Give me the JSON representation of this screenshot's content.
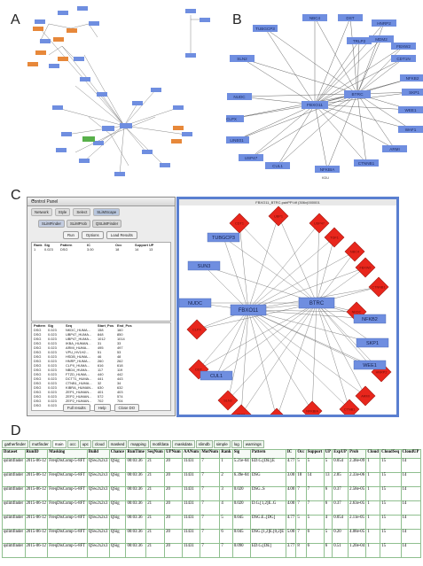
{
  "panels": {
    "a": {
      "letter": "A"
    },
    "b": {
      "letter": "B"
    },
    "c": {
      "letter": "C"
    },
    "d": {
      "letter": "D"
    }
  },
  "panel_b": {
    "center_nodes": [
      "FBXO11",
      "BTRC"
    ],
    "nodes": [
      "NBC4",
      "DST",
      "HNRP2",
      "TUBGCP3",
      "MDM2",
      "SLN2",
      "CDT1N",
      "NUDC",
      "CLPX",
      "LINE01",
      "USP47",
      "CUL1",
      "NFKBIA",
      "CTNNB1",
      "ARMI",
      "WAF1",
      "WEE1",
      "SKP1",
      "NFKB2",
      "FBXW2",
      "TRLP2"
    ],
    "small_label": "KDU"
  },
  "panel_c": {
    "control_panel": {
      "title": "Control Panel",
      "tabs": [
        "Network",
        "Style",
        "Select",
        "SLiMScape"
      ],
      "selected_tab": "SLiMScape",
      "subtabs": [
        "SLiMFinder",
        "SLiMProb",
        "QSLiMFinder"
      ],
      "selected_subtab": "SLiMFinder",
      "buttons": [
        "Run",
        "Options",
        "Load Results"
      ],
      "table1": {
        "headers": [
          "Rank",
          "Sig",
          "Pattern",
          "IC",
          "Occ",
          "Support",
          "UP"
        ],
        "rows": [
          [
            "1",
            "0.023",
            "DSG",
            "3.00",
            "18",
            "14",
            "13"
          ]
        ]
      },
      "table2": {
        "headers": [
          "Pattern",
          "Sig",
          "Seq",
          "Start_Pos",
          "End_Pos"
        ],
        "rows": [
          [
            "DSG",
            "0.023",
            "NKDC_HUMA...",
            "158",
            "160"
          ],
          [
            "DSG",
            "0.023",
            "UBP47_HUMA...",
            "848",
            "850"
          ],
          [
            "DSG",
            "0.023",
            "UBP47_HUMA...",
            "1012",
            "1014"
          ],
          [
            "DSG",
            "0.023",
            "IKBA_HUMAN...",
            "31",
            "33"
          ],
          [
            "DSG",
            "0.023",
            "ARMI_HUMA...",
            "495",
            "497"
          ],
          [
            "DSG",
            "0.023",
            "VPU_HV1H2...",
            "51",
            "53"
          ],
          [
            "DSG",
            "0.023",
            "HSDB_HUMA...",
            "46",
            "48"
          ],
          [
            "DSG",
            "0.023",
            "HNRP_HUMA...",
            "260",
            "262"
          ],
          [
            "DSG",
            "0.023",
            "CLPX_HUMA...",
            "616",
            "618"
          ],
          [
            "DSG",
            "0.023",
            "NBD4_HUMA...",
            "117",
            "119"
          ],
          [
            "DSG",
            "0.023",
            "FTZD_HUMA...",
            "440",
            "442"
          ],
          [
            "DSG",
            "0.023",
            "DCTT1_HUMA...",
            "441",
            "443"
          ],
          [
            "DSG",
            "0.023",
            "CTNB1_HUMA...",
            "32",
            "34"
          ],
          [
            "DSG",
            "0.023",
            "KIBRA_HUMAN...",
            "630",
            "632"
          ],
          [
            "DSG",
            "0.023",
            "ZEP1_HUMAN...",
            "401",
            "403"
          ],
          [
            "DSG",
            "0.023",
            "ZEP2_HUMAN...",
            "572",
            "574"
          ],
          [
            "DSG",
            "0.023",
            "ZEP2_HUMAN...",
            "702",
            "704"
          ],
          [
            "DSG",
            "0.023",
            "ZEP3_HUMAN...",
            "397",
            "399"
          ]
        ]
      },
      "bottom_buttons": [
        "Full results",
        "Help",
        "Close DO"
      ]
    },
    "network_window_title": "FBXO11_BTRC.pairPPI.tif (306x)000001",
    "network": {
      "center_nodes": [
        "FBXO11",
        "BTRC"
      ],
      "blue_nodes": [
        "TUBGCP3",
        "SUN3",
        "NUDC",
        "NFKB2",
        "SKP1",
        "WEE1",
        "CUL1"
      ],
      "red_nodes": [
        "CDT1",
        "UBP1",
        "USP47",
        "TGF1",
        "FBXW2",
        "NBC4",
        "CTNNB1",
        "CLPX",
        "DST",
        "HNRP2",
        "ARMI",
        "CTNB1",
        "NFKBIA",
        "WAF1",
        "TAP1",
        "SLN2",
        "NKDC"
      ]
    }
  },
  "panel_d": {
    "tabs": [
      "gatherfinder",
      "mutfinder",
      "main",
      "occ",
      "upc",
      "cloud",
      "masked",
      "mapping",
      "motifdata",
      "maskdata",
      "slimdb",
      "simple",
      "log",
      "warnings"
    ],
    "selected_tab": "main",
    "headers": [
      "Dataset",
      "RunID",
      "Masking",
      "Build",
      "Chance",
      "RunTime",
      "SeqNum",
      "UPNum",
      "AANum",
      "MotNum",
      "Rank",
      "Sig",
      "Pattern",
      "IC",
      "Occ",
      "Support",
      "UP",
      "ExpUP",
      "Prob",
      "Cloud",
      "CloudSeq",
      "CloudUP"
    ],
    "rows": [
      [
        "qslimfinder",
        "2015-06-12",
        "FreqDisComp-5-8FT",
        "QSw2x2x3",
        "QSig",
        "00:03:36",
        "21",
        "20",
        "11431",
        "7",
        "1",
        "5.21e-04",
        "ED.G.[DE].E",
        "4.77",
        "5",
        "5",
        "5",
        "0.054",
        "2.38e-09",
        "1",
        "15",
        "14"
      ],
      [
        "qslimfinder",
        "2015-06-12",
        "FreqDisComp-5-8FT",
        "QSw2x2x3",
        "QSig",
        "00:03:36",
        "21",
        "20",
        "11431",
        "7",
        "2",
        "6.39e-04",
        "DSG",
        "3.00",
        "18",
        "14",
        "13",
        "2.85",
        "2.33e-06",
        "1",
        "15",
        "14"
      ],
      [
        "qslimfinder",
        "2015-06-12",
        "FreqDisComp-5-8FT",
        "QSw2x2x3",
        "QSig",
        "00:03:36",
        "21",
        "20",
        "11431",
        "7",
        "3",
        "0.020",
        "DSG..S",
        "4.00",
        "7",
        "7",
        "6",
        "0.37",
        "2.58e-05",
        "1",
        "15",
        "14"
      ],
      [
        "qslimfinder",
        "2015-06-12",
        "FreqDisComp-5-8FT",
        "QSw2x2x3",
        "QSig",
        "00:03:36",
        "21",
        "20",
        "11431",
        "7",
        "4",
        "0.020",
        "D.G.[1,2]E..G",
        "4.00",
        "7",
        "7",
        "6",
        "0.37",
        "2.63e-05",
        "1",
        "15",
        "14"
      ],
      [
        "qslimfinder",
        "2015-06-12",
        "FreqDisComp-5-8FT",
        "QSw2x2x3",
        "QSig",
        "00:03:36",
        "21",
        "20",
        "11431",
        "7",
        "5",
        "0.045",
        "DSG.E..[DG]",
        "4.77",
        "5",
        "5",
        "4",
        "0.054",
        "2.11e-05",
        "1",
        "15",
        "14"
      ],
      [
        "qslimfinder",
        "2015-06-12",
        "FreqDisComp-5-8FT",
        "QSw2x2x3",
        "QSig",
        "00:03:36",
        "21",
        "20",
        "11431",
        "7",
        "6",
        "0.045",
        "DSG.[1,2]E.[0,2]E",
        "5.00",
        "7",
        "6",
        "5",
        "0.20",
        "4.08e-05",
        "1",
        "15",
        "14"
      ],
      [
        "qslimfinder",
        "2015-06-12",
        "FreqDisComp-5-8FT",
        "QSw2x2x3",
        "QSig",
        "00:03:36",
        "21",
        "20",
        "11431",
        "7",
        "7",
        "0.090",
        "ED.G.[DE]",
        "3.77",
        "8",
        "6",
        "6",
        "0.51",
        "1.20e-04",
        "1",
        "15",
        "14"
      ]
    ]
  }
}
